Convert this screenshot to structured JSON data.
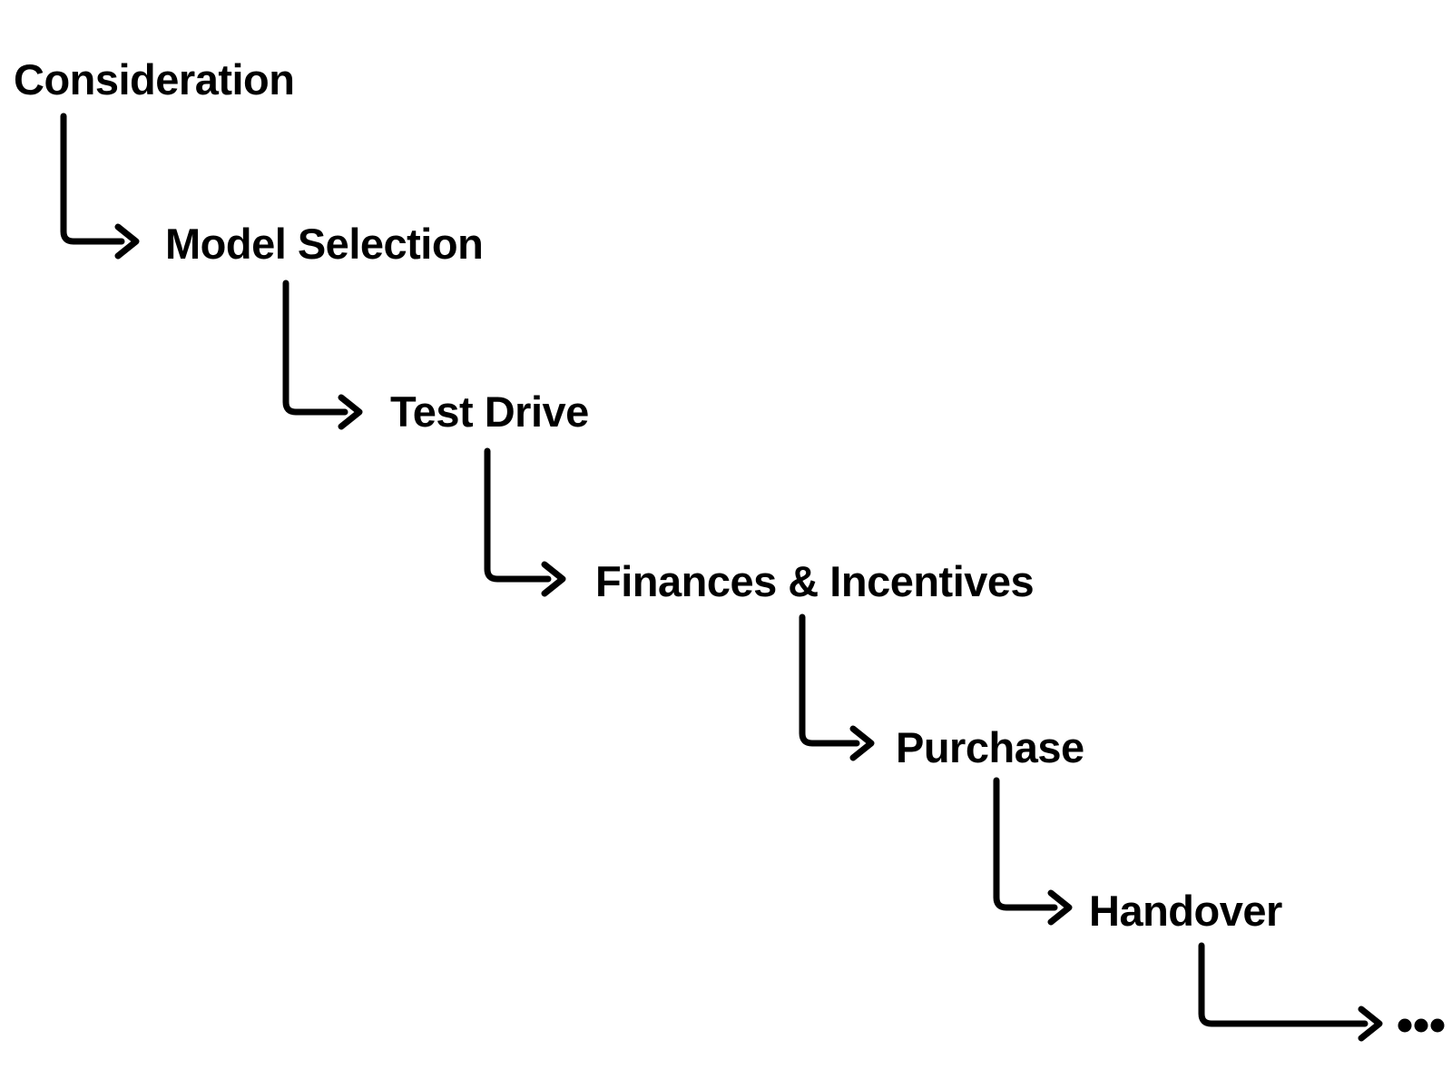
{
  "diagram": {
    "type": "staircase-flow",
    "background_color": "#ffffff",
    "line_color": "#000000",
    "text_color": "#000000",
    "steps": [
      {
        "label": "Consideration"
      },
      {
        "label": "Model Selection"
      },
      {
        "label": "Test Drive"
      },
      {
        "label": "Finances & Incentives"
      },
      {
        "label": "Purchase"
      },
      {
        "label": "Handover"
      }
    ],
    "continuation_label": "..."
  }
}
